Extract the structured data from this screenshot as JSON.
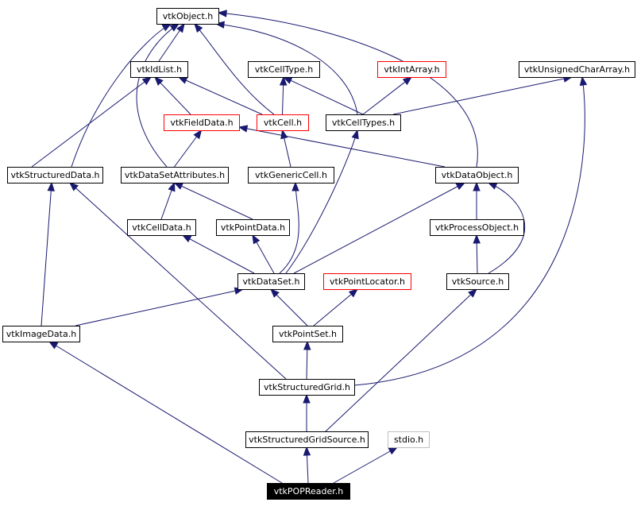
{
  "graph": {
    "colors": {
      "edge": "#191970",
      "border_default": "#000000",
      "border_missing": "#ff0000",
      "border_external": "#bfbfbf",
      "current_fill": "#000000"
    },
    "nodes": [
      {
        "id": "vtkObject",
        "label": "vtkObject.h",
        "style": "default"
      },
      {
        "id": "vtkIdList",
        "label": "vtkIdList.h",
        "style": "default"
      },
      {
        "id": "vtkCellType",
        "label": "vtkCellType.h",
        "style": "default"
      },
      {
        "id": "vtkIntArray",
        "label": "vtkIntArray.h",
        "style": "missing"
      },
      {
        "id": "vtkUnsignedCharArray",
        "label": "vtkUnsignedCharArray.h",
        "style": "default"
      },
      {
        "id": "vtkFieldData",
        "label": "vtkFieldData.h",
        "style": "missing"
      },
      {
        "id": "vtkCell",
        "label": "vtkCell.h",
        "style": "missing"
      },
      {
        "id": "vtkCellTypes",
        "label": "vtkCellTypes.h",
        "style": "default"
      },
      {
        "id": "vtkStructuredData",
        "label": "vtkStructuredData.h",
        "style": "default"
      },
      {
        "id": "vtkDataSetAttributes",
        "label": "vtkDataSetAttributes.h",
        "style": "default"
      },
      {
        "id": "vtkGenericCell",
        "label": "vtkGenericCell.h",
        "style": "default"
      },
      {
        "id": "vtkDataObject",
        "label": "vtkDataObject.h",
        "style": "default"
      },
      {
        "id": "vtkCellData",
        "label": "vtkCellData.h",
        "style": "default"
      },
      {
        "id": "vtkPointData",
        "label": "vtkPointData.h",
        "style": "default"
      },
      {
        "id": "vtkProcessObject",
        "label": "vtkProcessObject.h",
        "style": "default"
      },
      {
        "id": "vtkDataSet",
        "label": "vtkDataSet.h",
        "style": "default"
      },
      {
        "id": "vtkPointLocator",
        "label": "vtkPointLocator.h",
        "style": "missing"
      },
      {
        "id": "vtkSource",
        "label": "vtkSource.h",
        "style": "default"
      },
      {
        "id": "vtkImageData",
        "label": "vtkImageData.h",
        "style": "default"
      },
      {
        "id": "vtkPointSet",
        "label": "vtkPointSet.h",
        "style": "default"
      },
      {
        "id": "vtkStructuredGrid",
        "label": "vtkStructuredGrid.h",
        "style": "default"
      },
      {
        "id": "vtkStructuredGridSource",
        "label": "vtkStructuredGridSource.h",
        "style": "default"
      },
      {
        "id": "stdio",
        "label": "stdio.h",
        "style": "external"
      },
      {
        "id": "vtkPOPReader",
        "label": "vtkPOPReader.h",
        "style": "current"
      }
    ],
    "edges": [
      {
        "from": "vtkIdList",
        "to": "vtkObject"
      },
      {
        "from": "vtkCell",
        "to": "vtkObject"
      },
      {
        "from": "vtkCellTypes",
        "to": "vtkObject"
      },
      {
        "from": "vtkStructuredData",
        "to": "vtkObject"
      },
      {
        "from": "vtkDataSetAttributes",
        "to": "vtkObject"
      },
      {
        "from": "vtkDataObject",
        "to": "vtkObject"
      },
      {
        "from": "vtkFieldData",
        "to": "vtkIdList"
      },
      {
        "from": "vtkCell",
        "to": "vtkIdList"
      },
      {
        "from": "vtkStructuredData",
        "to": "vtkIdList"
      },
      {
        "from": "vtkCell",
        "to": "vtkCellType"
      },
      {
        "from": "vtkCellTypes",
        "to": "vtkCellType"
      },
      {
        "from": "vtkCellTypes",
        "to": "vtkIntArray"
      },
      {
        "from": "vtkCellTypes",
        "to": "vtkUnsignedCharArray"
      },
      {
        "from": "vtkStructuredGrid",
        "to": "vtkUnsignedCharArray"
      },
      {
        "from": "vtkDataSetAttributes",
        "to": "vtkFieldData"
      },
      {
        "from": "vtkDataObject",
        "to": "vtkFieldData"
      },
      {
        "from": "vtkGenericCell",
        "to": "vtkCell"
      },
      {
        "from": "vtkDataSet",
        "to": "vtkCellTypes"
      },
      {
        "from": "vtkImageData",
        "to": "vtkStructuredData"
      },
      {
        "from": "vtkStructuredGrid",
        "to": "vtkStructuredData"
      },
      {
        "from": "vtkPointData",
        "to": "vtkDataSetAttributes"
      },
      {
        "from": "vtkCellData",
        "to": "vtkDataSetAttributes"
      },
      {
        "from": "vtkDataSet",
        "to": "vtkGenericCell"
      },
      {
        "from": "vtkDataSet",
        "to": "vtkDataObject"
      },
      {
        "from": "vtkProcessObject",
        "to": "vtkDataObject"
      },
      {
        "from": "vtkSource",
        "to": "vtkDataObject"
      },
      {
        "from": "vtkDataSet",
        "to": "vtkCellData"
      },
      {
        "from": "vtkDataSet",
        "to": "vtkPointData"
      },
      {
        "from": "vtkSource",
        "to": "vtkProcessObject"
      },
      {
        "from": "vtkImageData",
        "to": "vtkDataSet"
      },
      {
        "from": "vtkPointSet",
        "to": "vtkDataSet"
      },
      {
        "from": "vtkPointSet",
        "to": "vtkPointLocator"
      },
      {
        "from": "vtkStructuredGridSource",
        "to": "vtkSource"
      },
      {
        "from": "vtkStructuredGrid",
        "to": "vtkPointSet"
      },
      {
        "from": "vtkStructuredGridSource",
        "to": "vtkStructuredGrid"
      },
      {
        "from": "vtkPOPReader",
        "to": "vtkImageData"
      },
      {
        "from": "vtkPOPReader",
        "to": "vtkStructuredGridSource"
      },
      {
        "from": "vtkPOPReader",
        "to": "stdio"
      }
    ]
  }
}
